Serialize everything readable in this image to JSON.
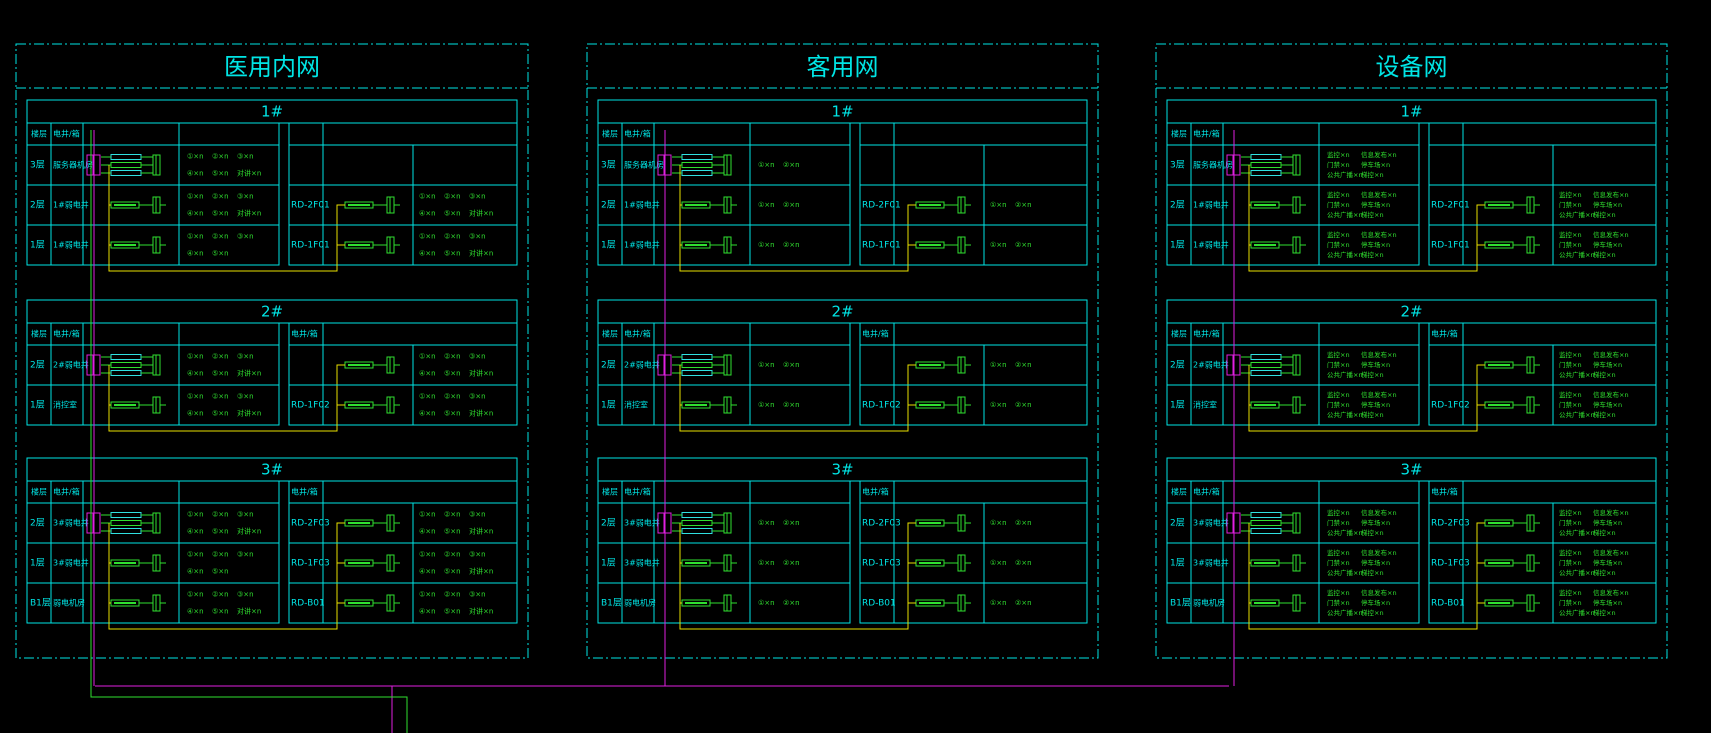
{
  "colors": {
    "frame": "#00e5e5",
    "cable": "#e8e000",
    "riser": "#e020e0",
    "trunk": "#30e030",
    "device": "#30e030",
    "device_hi": "#30e0e0",
    "bg": "#000000"
  },
  "networks": [
    {
      "title": "医用内网",
      "device_rows": "three",
      "buildings": [
        {
          "label": "1#",
          "hdr_floor": "楼层",
          "hdr_room": "电井/箱",
          "hdr_right_room": "",
          "floors": [
            {
              "floor": "3层",
              "room": "服务器机房",
              "rd": "",
              "core": true,
              "left_ports": [
                "①×n",
                "②×n",
                "③×n",
                "④×n",
                "⑤×n",
                "对讲×n"
              ],
              "right_ports": []
            },
            {
              "floor": "2层",
              "room": "1#弱电井",
              "rd": "RD-2F01",
              "core": false,
              "left_ports": [
                "①×n",
                "②×n",
                "③×n",
                "④×n",
                "⑤×n",
                "对讲×n"
              ],
              "right_ports": [
                "①×n",
                "②×n",
                "③×n",
                "④×n",
                "⑤×n",
                "对讲×n"
              ]
            },
            {
              "floor": "1层",
              "room": "1#弱电井",
              "rd": "RD-1F01",
              "core": false,
              "left_ports": [
                "①×n",
                "②×n",
                "③×n",
                "④×n",
                "⑤×n"
              ],
              "right_ports": [
                "①×n",
                "②×n",
                "③×n",
                "④×n",
                "⑤×n",
                "对讲×n"
              ]
            }
          ]
        },
        {
          "label": "2#",
          "hdr_floor": "楼层",
          "hdr_room": "电井/箱",
          "hdr_right_room": "电井/箱",
          "floors": [
            {
              "floor": "2层",
              "room": "2#弱电井",
              "rd": "",
              "core": true,
              "left_ports": [
                "①×n",
                "②×n",
                "③×n",
                "④×n",
                "⑤×n",
                "对讲×n"
              ],
              "right_ports": [
                "①×n",
                "②×n",
                "③×n",
                "④×n",
                "⑤×n",
                "对讲×n"
              ]
            },
            {
              "floor": "1层",
              "room": "消控室",
              "rd": "RD-1F02",
              "core": false,
              "left_ports": [
                "①×n",
                "②×n",
                "③×n",
                "④×n",
                "⑤×n",
                "对讲×n"
              ],
              "right_ports": [
                "①×n",
                "②×n",
                "③×n",
                "④×n",
                "⑤×n",
                "对讲×n"
              ]
            }
          ]
        },
        {
          "label": "3#",
          "hdr_floor": "楼层",
          "hdr_room": "电井/箱",
          "hdr_right_room": "电井/箱",
          "floors": [
            {
              "floor": "2层",
              "room": "3#弱电井",
              "rd": "RD-2F03",
              "core": true,
              "left_ports": [
                "①×n",
                "②×n",
                "③×n",
                "④×n",
                "⑤×n",
                "对讲×n"
              ],
              "right_ports": [
                "①×n",
                "②×n",
                "③×n",
                "④×n",
                "⑤×n",
                "对讲×n"
              ]
            },
            {
              "floor": "1层",
              "room": "3#弱电井",
              "rd": "RD-1F03",
              "core": false,
              "left_ports": [
                "①×n",
                "②×n",
                "③×n",
                "④×n",
                "⑤×n"
              ],
              "right_ports": [
                "①×n",
                "②×n",
                "③×n",
                "④×n",
                "⑤×n",
                "对讲×n"
              ]
            },
            {
              "floor": "B1层",
              "room": "弱电机房",
              "rd": "RD-B01",
              "core": false,
              "left_ports": [
                "①×n",
                "②×n",
                "③×n",
                "④×n",
                "⑤×n",
                "对讲×n"
              ],
              "right_ports": [
                "①×n",
                "②×n",
                "③×n",
                "④×n",
                "⑤×n",
                "对讲×n"
              ]
            }
          ]
        }
      ]
    },
    {
      "title": "客用网",
      "device_rows": "one",
      "buildings": [
        {
          "label": "1#",
          "hdr_floor": "楼层",
          "hdr_room": "电井/箱",
          "hdr_right_room": "",
          "floors": [
            {
              "floor": "3层",
              "room": "服务器机房",
              "rd": "",
              "core": true,
              "left_ports": [
                "①×n",
                "②×n"
              ],
              "right_ports": []
            },
            {
              "floor": "2层",
              "room": "1#弱电井",
              "rd": "RD-2F01",
              "core": false,
              "left_ports": [
                "①×n",
                "②×n"
              ],
              "right_ports": [
                "①×n",
                "②×n"
              ]
            },
            {
              "floor": "1层",
              "room": "1#弱电井",
              "rd": "RD-1F01",
              "core": false,
              "left_ports": [
                "①×n",
                "②×n"
              ],
              "right_ports": [
                "①×n",
                "②×n"
              ]
            }
          ]
        },
        {
          "label": "2#",
          "hdr_floor": "楼层",
          "hdr_room": "电井/箱",
          "hdr_right_room": "电井/箱",
          "floors": [
            {
              "floor": "2层",
              "room": "2#弱电井",
              "rd": "",
              "core": true,
              "left_ports": [
                "①×n",
                "②×n"
              ],
              "right_ports": [
                "①×n",
                "②×n"
              ]
            },
            {
              "floor": "1层",
              "room": "消控室",
              "rd": "RD-1F02",
              "core": false,
              "left_ports": [
                "①×n",
                "②×n"
              ],
              "right_ports": [
                "①×n",
                "②×n"
              ]
            }
          ]
        },
        {
          "label": "3#",
          "hdr_floor": "楼层",
          "hdr_room": "电井/箱",
          "hdr_right_room": "电井/箱",
          "floors": [
            {
              "floor": "2层",
              "room": "3#弱电井",
              "rd": "RD-2F03",
              "core": true,
              "left_ports": [
                "①×n",
                "②×n"
              ],
              "right_ports": [
                "①×n",
                "②×n"
              ]
            },
            {
              "floor": "1层",
              "room": "3#弱电井",
              "rd": "RD-1F03",
              "core": false,
              "left_ports": [
                "①×n",
                "②×n"
              ],
              "right_ports": [
                "①×n",
                "②×n"
              ]
            },
            {
              "floor": "B1层",
              "room": "弱电机房",
              "rd": "RD-B01",
              "core": false,
              "left_ports": [
                "①×n",
                "②×n"
              ],
              "right_ports": [
                "①×n",
                "②×n"
              ]
            }
          ]
        }
      ]
    },
    {
      "title": "设备网",
      "device_rows": "list",
      "buildings": [
        {
          "label": "1#",
          "hdr_floor": "楼层",
          "hdr_room": "电井/箱",
          "hdr_right_room": "",
          "floors": [
            {
              "floor": "3层",
              "room": "服务器机房",
              "rd": "",
              "core": true,
              "left_ports": [
                "监控×n",
                "信息发布×n",
                "门禁×n",
                "停车场×n",
                "公共广播×n",
                "梯控×n"
              ],
              "right_ports": []
            },
            {
              "floor": "2层",
              "room": "1#弱电井",
              "rd": "RD-2F01",
              "core": false,
              "left_ports": [
                "监控×n",
                "信息发布×n",
                "门禁×n",
                "停车场×n",
                "公共广播×n",
                "梯控×n"
              ],
              "right_ports": [
                "监控×n",
                "信息发布×n",
                "门禁×n",
                "停车场×n",
                "公共广播×n",
                "梯控×n"
              ]
            },
            {
              "floor": "1层",
              "room": "1#弱电井",
              "rd": "RD-1F01",
              "core": false,
              "left_ports": [
                "监控×n",
                "信息发布×n",
                "门禁×n",
                "停车场×n",
                "公共广播×n",
                "梯控×n"
              ],
              "right_ports": [
                "监控×n",
                "信息发布×n",
                "门禁×n",
                "停车场×n",
                "公共广播×n",
                "梯控×n"
              ]
            }
          ]
        },
        {
          "label": "2#",
          "hdr_floor": "楼层",
          "hdr_room": "电井/箱",
          "hdr_right_room": "电井/箱",
          "floors": [
            {
              "floor": "2层",
              "room": "2#弱电井",
              "rd": "",
              "core": true,
              "left_ports": [
                "监控×n",
                "信息发布×n",
                "门禁×n",
                "停车场×n",
                "公共广播×n",
                "梯控×n"
              ],
              "right_ports": [
                "监控×n",
                "信息发布×n",
                "门禁×n",
                "停车场×n",
                "公共广播×n",
                "梯控×n"
              ]
            },
            {
              "floor": "1层",
              "room": "消控室",
              "rd": "RD-1F02",
              "core": false,
              "left_ports": [
                "监控×n",
                "信息发布×n",
                "门禁×n",
                "停车场×n",
                "公共广播×n",
                "梯控×n"
              ],
              "right_ports": [
                "监控×n",
                "信息发布×n",
                "门禁×n",
                "停车场×n",
                "公共广播×n",
                "梯控×n"
              ]
            }
          ]
        },
        {
          "label": "3#",
          "hdr_floor": "楼层",
          "hdr_room": "电井/箱",
          "hdr_right_room": "电井/箱",
          "floors": [
            {
              "floor": "2层",
              "room": "3#弱电井",
              "rd": "RD-2F03",
              "core": true,
              "left_ports": [
                "监控×n",
                "信息发布×n",
                "门禁×n",
                "停车场×n",
                "公共广播×n",
                "梯控×n"
              ],
              "right_ports": [
                "监控×n",
                "信息发布×n",
                "门禁×n",
                "停车场×n",
                "公共广播×n",
                "梯控×n"
              ]
            },
            {
              "floor": "1层",
              "room": "3#弱电井",
              "rd": "RD-1F03",
              "core": false,
              "left_ports": [
                "监控×n",
                "信息发布×n",
                "门禁×n",
                "停车场×n",
                "公共广播×n",
                "梯控×n"
              ],
              "right_ports": [
                "监控×n",
                "信息发布×n",
                "门禁×n",
                "停车场×n",
                "公共广播×n",
                "梯控×n"
              ]
            },
            {
              "floor": "B1层",
              "room": "弱电机房",
              "rd": "RD-B01",
              "core": false,
              "left_ports": [
                "监控×n",
                "信息发布×n",
                "门禁×n",
                "停车场×n",
                "公共广播×n",
                "梯控×n"
              ],
              "right_ports": [
                "监控×n",
                "信息发布×n",
                "门禁×n",
                "停车场×n",
                "公共广播×n",
                "梯控×n"
              ]
            }
          ]
        }
      ]
    }
  ]
}
